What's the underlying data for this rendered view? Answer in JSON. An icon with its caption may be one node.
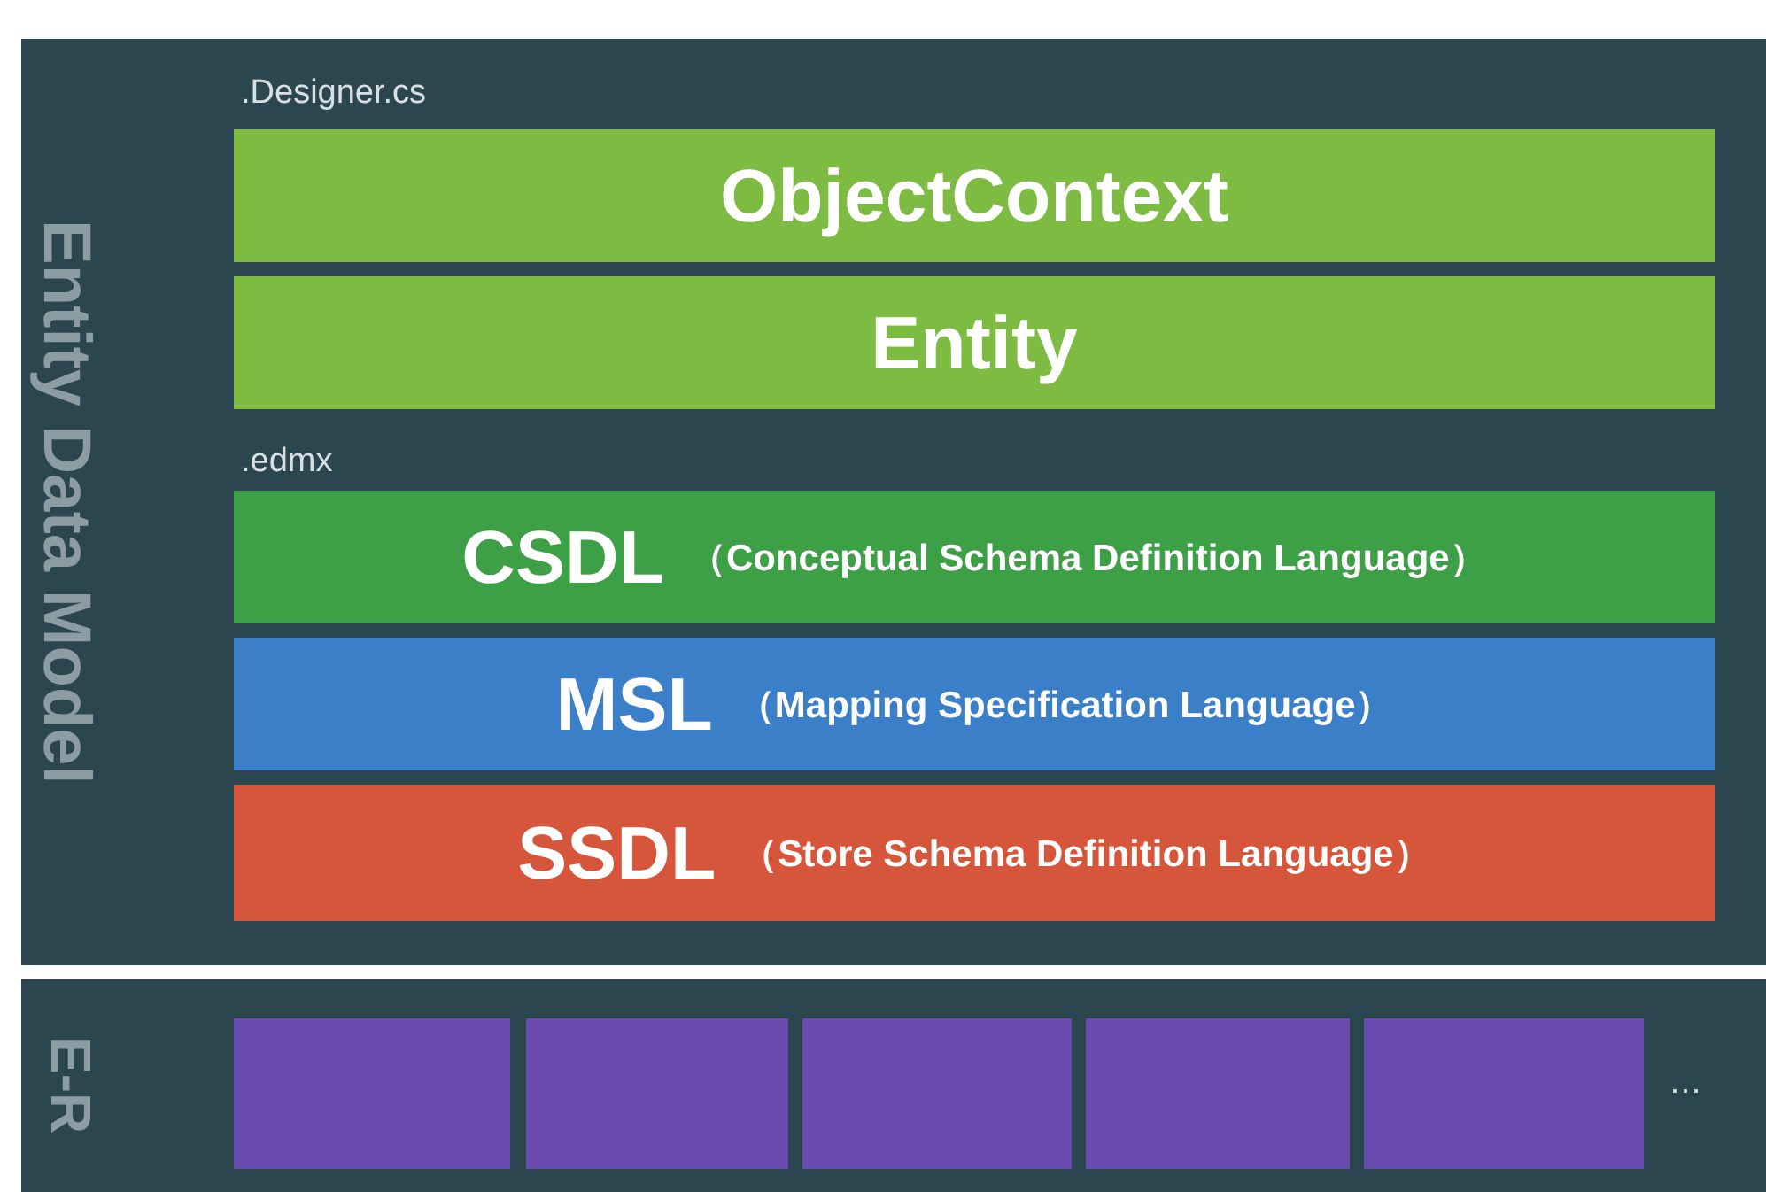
{
  "diagram": {
    "nodes": [
      {
        "text": [
          "Entity Data Model"
        ]
      },
      {
        "text": [
          "ObjectContext"
        ],
        "in": 0
      },
      {
        "text": [
          "Entity"
        ],
        "in": 0
      },
      {
        "text": [
          "CSDL",
          "（Conceptual Schema Definition Language）"
        ],
        "in": 0
      },
      {
        "text": [
          "MSL",
          "（Mapping Specification Language）"
        ],
        "in": 0
      },
      {
        "text": [
          "SSDL",
          "（Store Schema Definition Language）"
        ],
        "in": 0
      },
      {
        "text": [
          "E-R"
        ]
      },
      {
        "text": [],
        "shape": "box",
        "in": 6
      },
      {
        "text": [],
        "shape": "box",
        "in": 6
      },
      {
        "text": [],
        "shape": "box",
        "in": 6
      },
      {
        "text": [],
        "shape": "box",
        "in": 6
      },
      {
        "text": [],
        "shape": "box",
        "in": 6
      }
    ],
    "labels": [
      ".Designer.cs",
      ".edmx",
      "…"
    ]
  }
}
